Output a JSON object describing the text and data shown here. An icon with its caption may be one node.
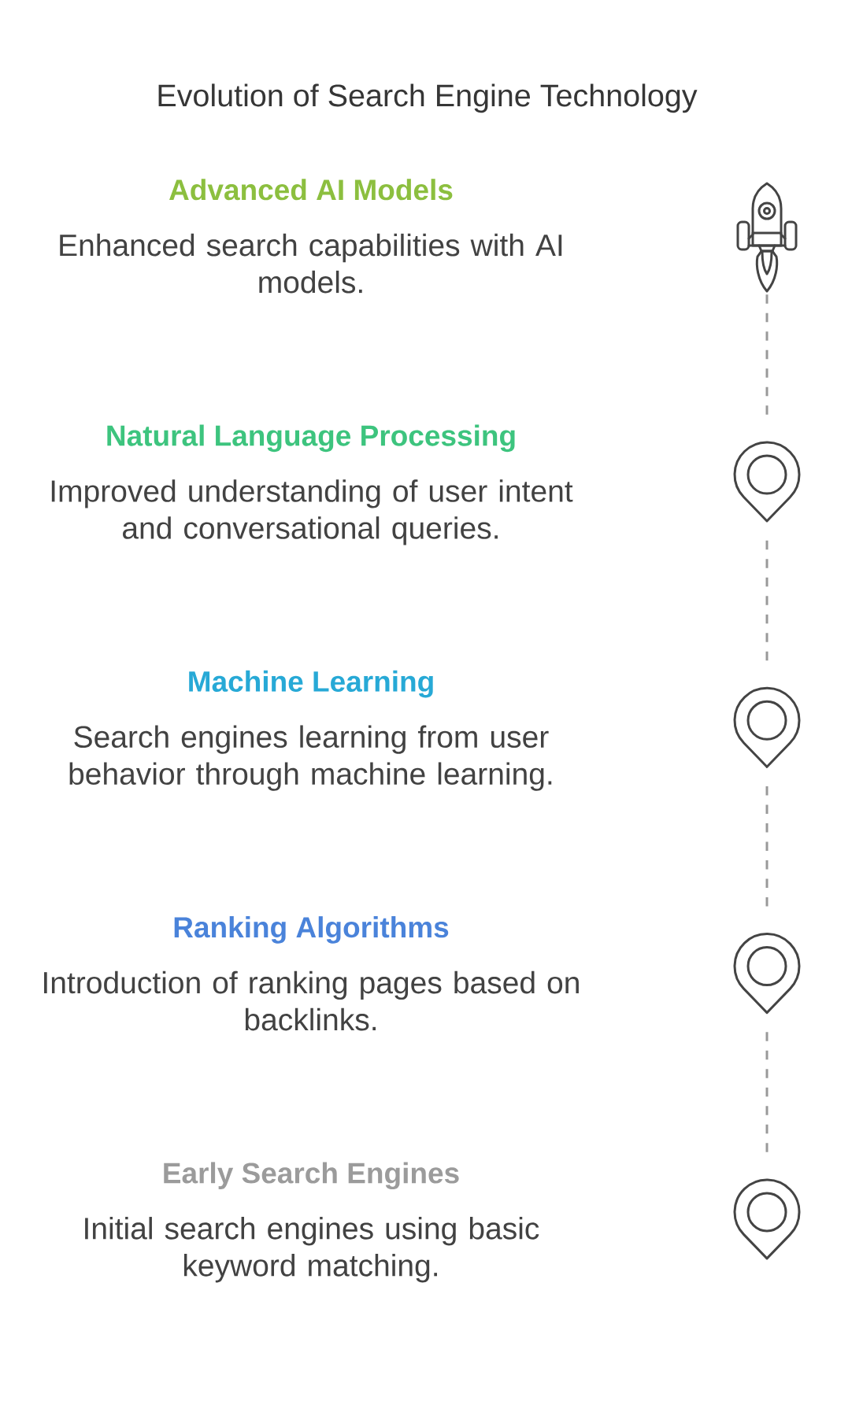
{
  "diagram": {
    "title": "Evolution of Search Engine Technology",
    "nodes": [
      {
        "text": [],
        "shape": "rocket",
        "beside": [
          "Advanced AI Models",
          "Enhanced search capabilities with AI models."
        ]
      },
      {
        "text": [],
        "shape": "pin",
        "beside": [
          "Natural Language Processing",
          "Improved understanding of user intent and conversational queries."
        ]
      },
      {
        "text": [],
        "shape": "pin",
        "beside": [
          "Machine Learning",
          "Search engines learning from user behavior through machine learning."
        ]
      },
      {
        "text": [],
        "shape": "pin",
        "beside": [
          "Ranking Algorithms",
          "Introduction of ranking pages based on backlinks."
        ]
      },
      {
        "text": [],
        "shape": "pin",
        "beside": [
          "Early Search Engines",
          "Initial search engines using basic keyword matching."
        ]
      }
    ],
    "edges": [
      {
        "from": 0,
        "to": 1,
        "arrow": "none",
        "style": "dashed"
      },
      {
        "from": 1,
        "to": 2,
        "arrow": "none",
        "style": "dashed"
      },
      {
        "from": 2,
        "to": 3,
        "arrow": "none",
        "style": "dashed"
      },
      {
        "from": 3,
        "to": 4,
        "arrow": "none",
        "style": "dashed"
      }
    ]
  }
}
